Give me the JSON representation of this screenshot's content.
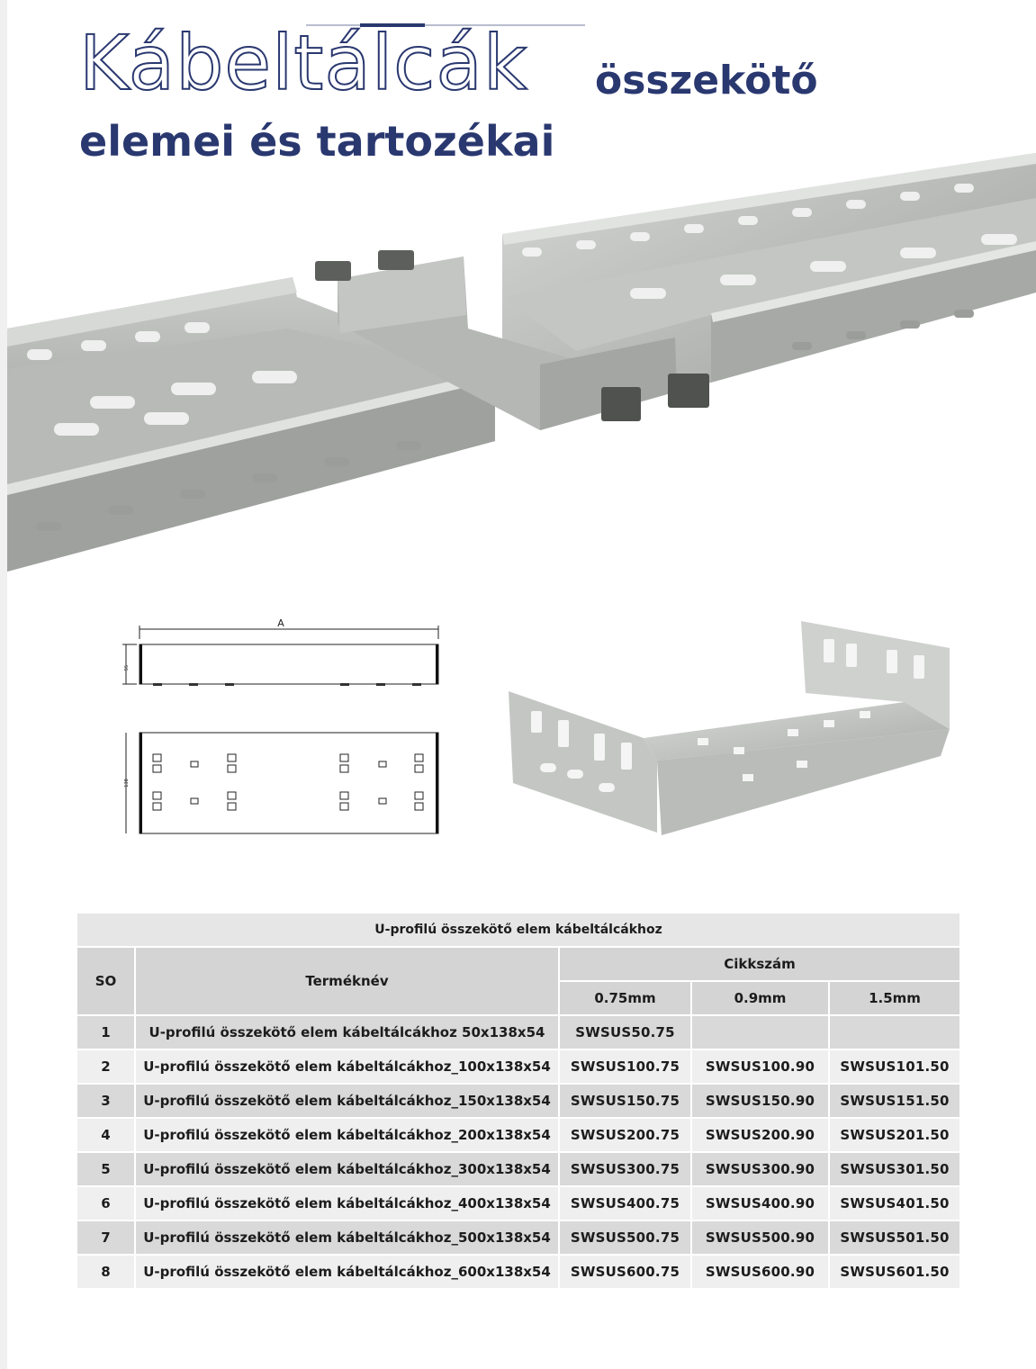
{
  "header": {
    "title_outline": "Kábeltálcák",
    "title_bold": "összekötő",
    "title_line2": "elemei és tartozékai"
  },
  "drawing": {
    "dimension_a": "A",
    "dimension_side": "55",
    "dimension_plan": "138"
  },
  "colors": {
    "brand": "#2a3870",
    "table_dark_row": "#d9d9d9",
    "table_light_row": "#efefef"
  },
  "table": {
    "caption": "U-profilú összekötő elem kábeltálcákhoz",
    "col_so": "SO",
    "col_name": "Terméknév",
    "col_code": "Cikkszám",
    "thicknesses": [
      "0.75mm",
      "0.9mm",
      "1.5mm"
    ],
    "rows": [
      {
        "so": "1",
        "name": "U-profilú összekötő elem kábeltálcákhoz 50x138x54",
        "c1": "SWSUS50.75",
        "c2": "",
        "c3": ""
      },
      {
        "so": "2",
        "name": "U-profilú összekötő elem kábeltálcákhoz_100x138x54",
        "c1": "SWSUS100.75",
        "c2": "SWSUS100.90",
        "c3": "SWSUS101.50"
      },
      {
        "so": "3",
        "name": "U-profilú összekötő elem kábeltálcákhoz_150x138x54",
        "c1": "SWSUS150.75",
        "c2": "SWSUS150.90",
        "c3": "SWSUS151.50"
      },
      {
        "so": "4",
        "name": "U-profilú összekötő elem kábeltálcákhoz_200x138x54",
        "c1": "SWSUS200.75",
        "c2": "SWSUS200.90",
        "c3": "SWSUS201.50"
      },
      {
        "so": "5",
        "name": "U-profilú összekötő elem kábeltálcákhoz_300x138x54",
        "c1": "SWSUS300.75",
        "c2": "SWSUS300.90",
        "c3": "SWSUS301.50"
      },
      {
        "so": "6",
        "name": "U-profilú összekötő elem kábeltálcákhoz_400x138x54",
        "c1": "SWSUS400.75",
        "c2": "SWSUS400.90",
        "c3": "SWSUS401.50"
      },
      {
        "so": "7",
        "name": "U-profilú összekötő elem kábeltálcákhoz_500x138x54",
        "c1": "SWSUS500.75",
        "c2": "SWSUS500.90",
        "c3": "SWSUS501.50"
      },
      {
        "so": "8",
        "name": "U-profilú összekötő elem kábeltálcákhoz_600x138x54",
        "c1": "SWSUS600.75",
        "c2": "SWSUS600.90",
        "c3": "SWSUS601.50"
      }
    ]
  }
}
